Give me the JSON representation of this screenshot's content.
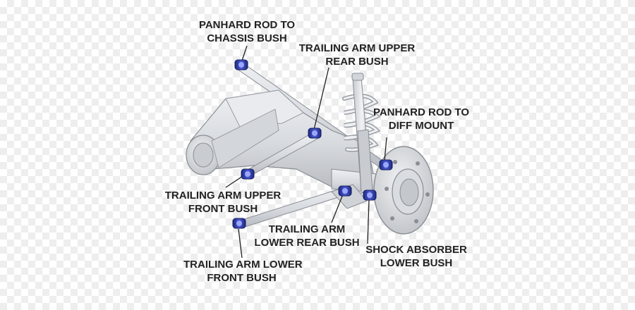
{
  "colors": {
    "part_fill": "#dcdee3",
    "part_shadow": "#b4b7bd",
    "part_outline": "#8a8d93",
    "bush": "#2f3fa8",
    "leader": "#222222"
  },
  "labels": {
    "panhard_chassis": {
      "line1": "PANHARD ROD TO",
      "line2": "CHASSIS BUSH"
    },
    "trailing_upper_rear": {
      "line1": "TRAILING ARM UPPER",
      "line2": "REAR BUSH"
    },
    "panhard_diff": {
      "line1": "PANHARD ROD TO",
      "line2": "DIFF MOUNT"
    },
    "trailing_upper_front": {
      "line1": "TRAILING ARM UPPER",
      "line2": "FRONT BUSH"
    },
    "trailing_lower_rear": {
      "line1": "TRAILING ARM",
      "line2": "LOWER REAR BUSH"
    },
    "shock_lower": {
      "line1": "SHOCK ABSORBER",
      "line2": "LOWER BUSH"
    },
    "trailing_lower_front": {
      "line1": "TRAILING ARM LOWER",
      "line2": "FRONT BUSH"
    }
  }
}
